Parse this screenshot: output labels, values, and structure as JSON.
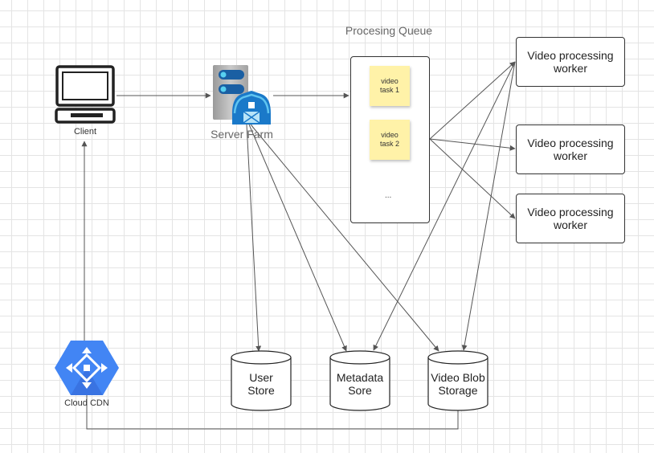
{
  "nodes": {
    "client": "Client",
    "server_farm": "Server Farm",
    "queue_title": "Procesing Queue",
    "task_1": "video\ntask 1",
    "task_2": "video\ntask 2",
    "queue_more": "...",
    "worker_1": "Video processing worker",
    "worker_2": "Video processing worker",
    "worker_3": "Video processing worker",
    "user_store": "User\nStore",
    "metadata_store": "Metadata\nSore",
    "video_blob": "Video Blob\nStorage",
    "cloud_cdn": "Cloud CDN"
  },
  "icons": {
    "client": "computer-monitor-icon",
    "server_farm": "server-farm-icon",
    "cloud_cdn": "cloud-cdn-hexagon-icon"
  },
  "colors": {
    "note_fill": "#fff2a8",
    "server_blue": "#1a79c9",
    "cdn_blue": "#4285f4",
    "line": "#555555"
  }
}
